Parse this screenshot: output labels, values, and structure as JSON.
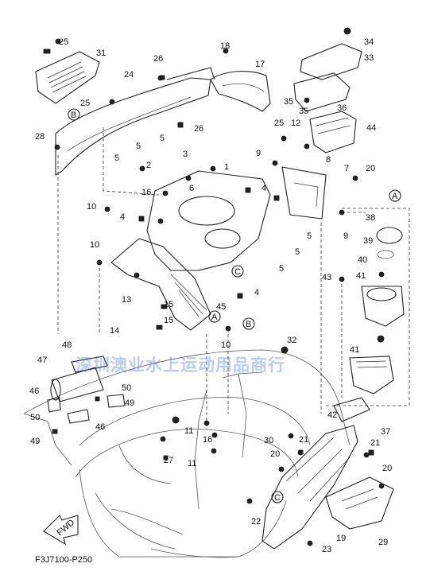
{
  "diagram": {
    "drawing_code": "F3J7100-P250",
    "fwd_label": "FWD",
    "watermark": "深圳澳业水上运动用品商行",
    "callout_letters": [
      "A",
      "B",
      "C"
    ],
    "part_numbers": [
      "1",
      "2",
      "3",
      "4",
      "5",
      "6",
      "7",
      "8",
      "9",
      "10",
      "11",
      "12",
      "13",
      "14",
      "15",
      "16",
      "17",
      "18",
      "19",
      "20",
      "21",
      "22",
      "23",
      "24",
      "25",
      "26",
      "27",
      "28",
      "29",
      "30",
      "31",
      "32",
      "33",
      "34",
      "35",
      "36",
      "37",
      "38",
      "39",
      "40",
      "41",
      "42",
      "43",
      "44",
      "45",
      "46",
      "47",
      "48",
      "49",
      "50"
    ]
  }
}
